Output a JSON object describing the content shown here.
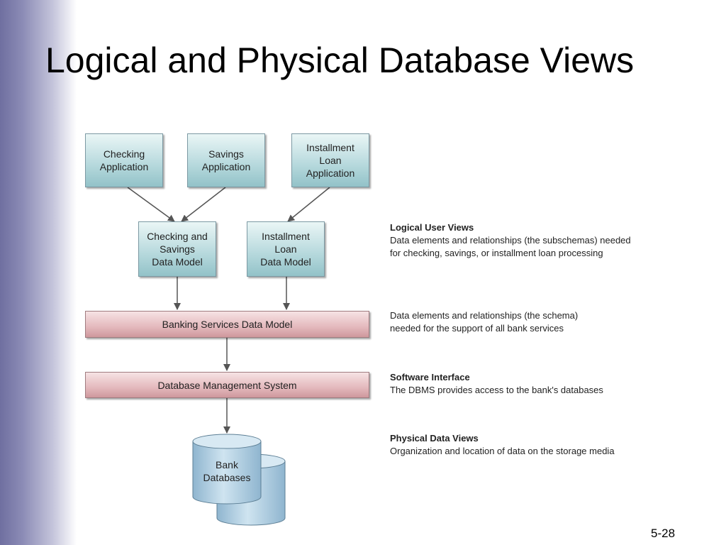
{
  "slide": {
    "title": "Logical and Physical Database Views",
    "page_number": "5-28"
  },
  "diagram": {
    "applications": [
      {
        "label": "Checking\nApplication"
      },
      {
        "label": "Savings\nApplication"
      },
      {
        "label": "Installment\nLoan\nApplication"
      }
    ],
    "data_models": [
      {
        "label": "Checking and\nSavings\nData Model"
      },
      {
        "label": "Installment\nLoan\nData Model"
      }
    ],
    "banking_model": "Banking Services Data Model",
    "dbms": "Database Management System",
    "databases": "Bank\nDatabases",
    "notes": [
      {
        "head": "Logical User Views",
        "line1": "Data elements and relationships (the subschemas) needed",
        "line2": "for checking, savings, or installment loan processing"
      },
      {
        "head": "",
        "line1": "Data elements and relationships (the schema)",
        "line2": "needed for the support of all bank services"
      },
      {
        "head": "Software Interface",
        "line1": "The DBMS provides access to the bank's databases",
        "line2": ""
      },
      {
        "head": "Physical Data Views",
        "line1": "Organization and location of data on the storage media",
        "line2": ""
      }
    ]
  },
  "colors": {
    "app_box": "#b5d8dc",
    "model_bar": "#e4b9bd",
    "database": "#a9cbe0",
    "sidebar": "#8c8cb6"
  }
}
